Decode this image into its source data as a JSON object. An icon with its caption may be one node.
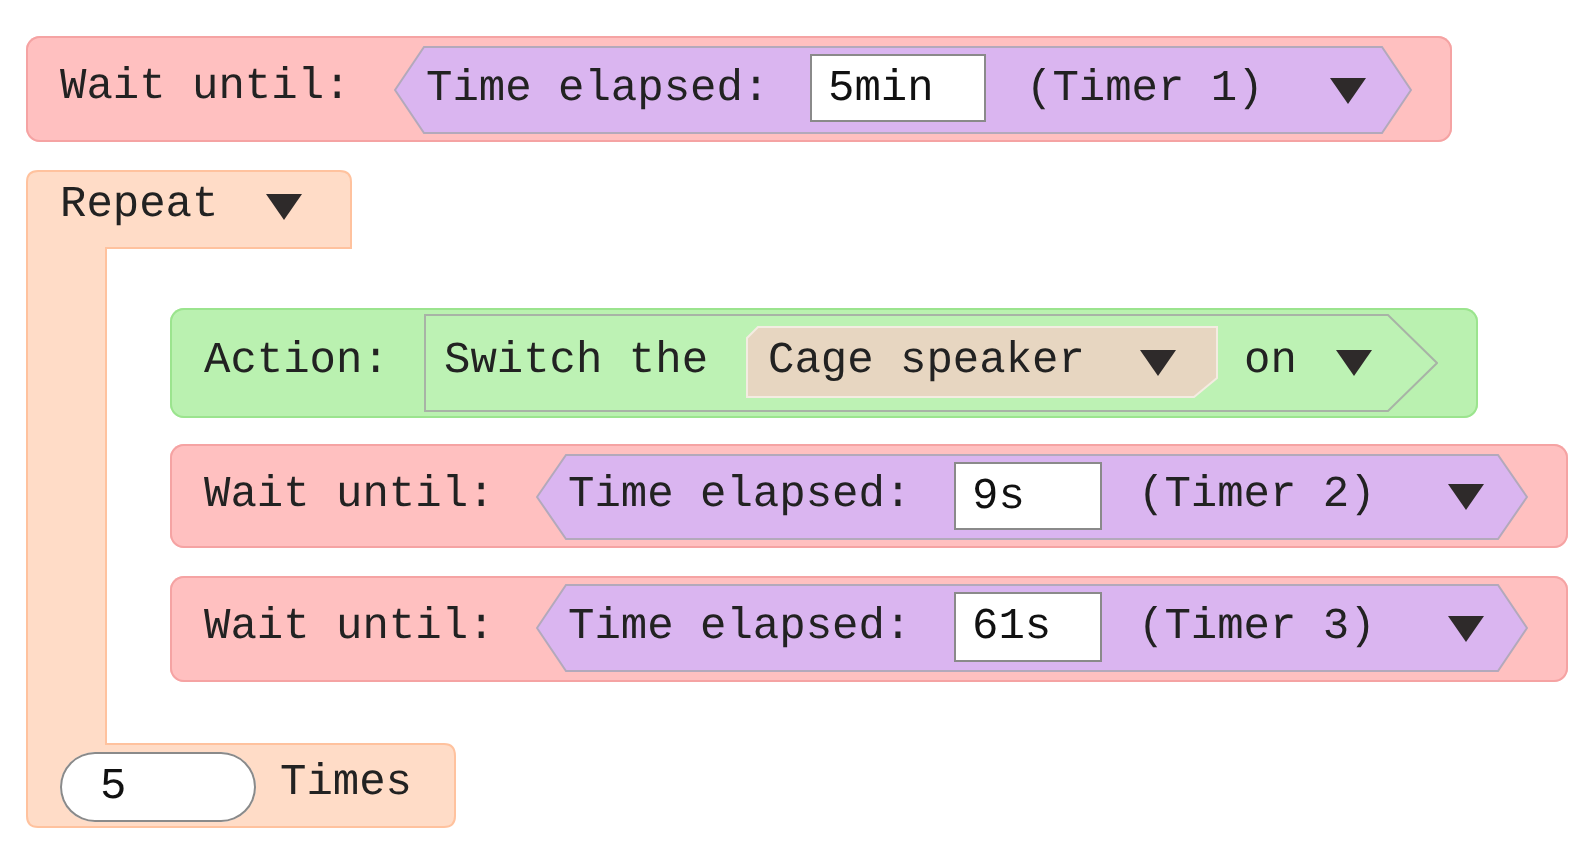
{
  "diagram": {
    "nodes": [
      {
        "text": [
          "Wait until:"
        ]
      },
      {
        "text": [
          "Time elapsed:",
          "(Timer 1)"
        ],
        "in": 0
      },
      {
        "text": [
          "5min"
        ],
        "in": 1
      },
      {
        "text": [
          "Repeat",
          "Times"
        ]
      },
      {
        "text": [
          "Action:"
        ]
      },
      {
        "text": [
          "Switch the",
          "on"
        ],
        "in": 4
      },
      {
        "text": [
          "Cage speaker"
        ],
        "in": 5
      },
      {
        "text": [
          "Wait until:"
        ]
      },
      {
        "text": [
          "Time elapsed:",
          "(Timer 2)"
        ],
        "in": 7
      },
      {
        "text": [
          "9s"
        ],
        "in": 8
      },
      {
        "text": [
          "Wait until:"
        ]
      },
      {
        "text": [
          "Time elapsed:",
          "(Timer 3)"
        ],
        "in": 10
      },
      {
        "text": [
          "61s"
        ],
        "in": 11
      },
      {
        "text": [
          "5"
        ],
        "in": 3
      }
    ]
  }
}
